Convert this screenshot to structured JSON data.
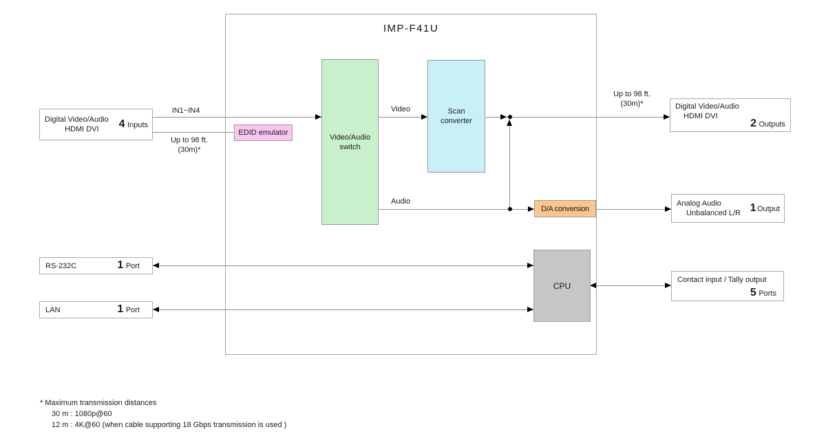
{
  "title": "IMP-F41U",
  "colors": {
    "switch": "#c9f0cd",
    "scan": "#c7f0f8",
    "edid": "#f8c6f1",
    "da": "#f9c78c",
    "cpu": "#c6c6c6"
  },
  "nodes": {
    "input_hdmi": {
      "line1": "Digital Video/Audio",
      "line2": "HDMI  DVI",
      "count": "4",
      "count_label": "Inputs"
    },
    "edid": {
      "label": "EDID emulator"
    },
    "switch": {
      "line1": "Video/Audio",
      "line2": "switch"
    },
    "scan": {
      "line1": "Scan",
      "line2": "converter"
    },
    "da": {
      "label": "D/A conversion"
    },
    "cpu": {
      "label": "CPU"
    },
    "out_hdmi": {
      "line1": "Digital Video/Audio",
      "line2": "HDMI  DVI",
      "count": "2",
      "count_label": "Outputs"
    },
    "out_analog": {
      "line1": "Analog Audio",
      "line2": "Unbalanced L/R",
      "count": "1",
      "count_label": "Output"
    },
    "rs232c": {
      "label": "RS-232C",
      "count": "1",
      "count_label": "Port"
    },
    "lan": {
      "label": "LAN",
      "count": "1",
      "count_label": "Port"
    },
    "contact": {
      "line1": "Contact input / Tally output",
      "count": "5",
      "count_label": "Ports"
    }
  },
  "labels": {
    "in_range": "IN1~IN4",
    "in_dist1": "Up to 98 ft.",
    "in_dist2": "(30m)*",
    "video": "Video",
    "audio": "Audio",
    "out_dist1": "Up to 98 ft.",
    "out_dist2": "(30m)*"
  },
  "footnote": {
    "line1": "* Maximum transmission distances",
    "line2": "30 m : 1080p@60",
    "line3": "12 m : 4K@60 (when cable supporting 18 Gbps transmission is used )"
  }
}
